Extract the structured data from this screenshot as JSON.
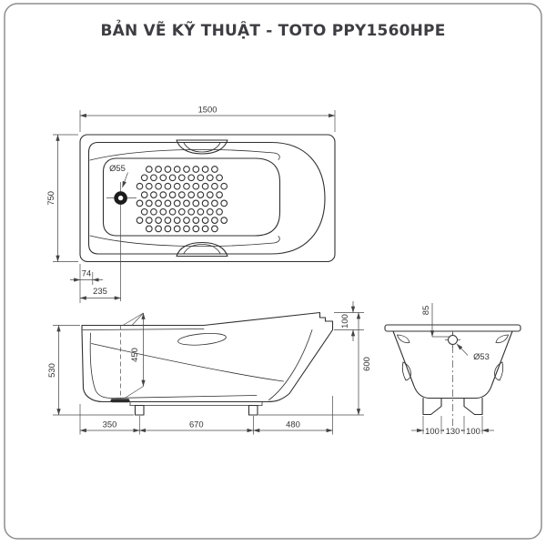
{
  "title": "BẢN VẼ KỸ THUẬT - TOTO PPY1560HPE",
  "top_view": {
    "length": "1500",
    "width": "750",
    "drain_diameter_label": "Ø55",
    "drain_edge_offset": "74",
    "drain_end_offset": "235"
  },
  "side_view": {
    "body_height": "530",
    "inner_depth": "450",
    "rim_step": "100",
    "total_height": "600",
    "seg_left": "350",
    "seg_mid": "670",
    "seg_right": "480"
  },
  "end_view": {
    "overflow_offset": "85",
    "overflow_diameter_label": "Ø53",
    "foot_left": "100",
    "foot_gap": "130",
    "foot_right": "100"
  },
  "colors": {
    "background": "#ffffff",
    "frame_border": "#8d8d8d",
    "drawing_line": "#303030",
    "dimension_line": "#4a4a4a",
    "text": "#333333",
    "title_text": "#3d3d42"
  }
}
